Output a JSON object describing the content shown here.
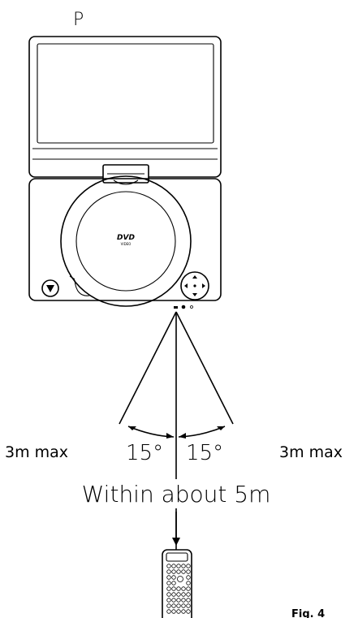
{
  "labels": {
    "corner": "P",
    "disc_logo_main": "DVD",
    "disc_logo_sub": "VIDEO",
    "left_distance": "3m max",
    "right_distance": "3m max",
    "left_angle": "15°",
    "right_angle": "15°",
    "center_distance": "Within about 5m",
    "page_code": "Fig. 4"
  },
  "angles": {
    "left_deg": 15,
    "right_deg": 15
  },
  "icons": {
    "player": "portable-dvd-player-icon",
    "remote": "remote-control-icon",
    "arrow": "arrow-down-icon"
  }
}
